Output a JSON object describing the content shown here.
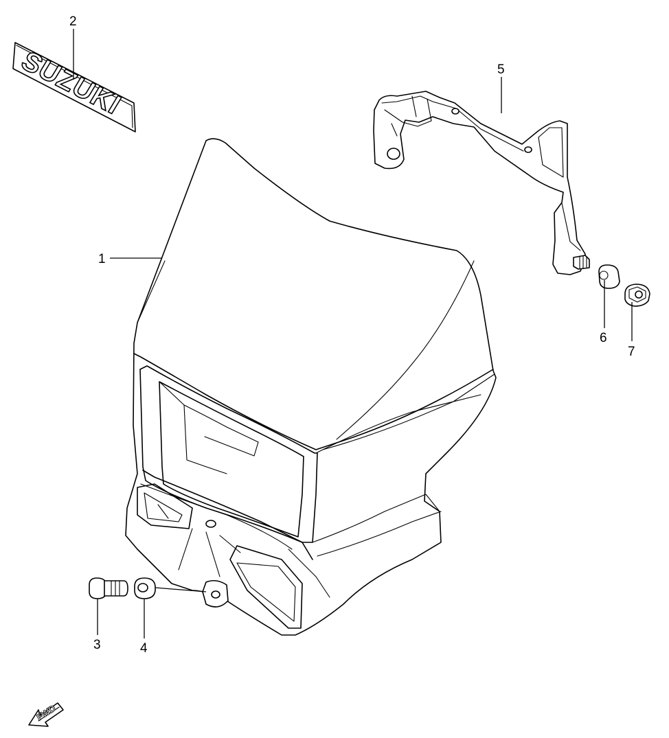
{
  "diagram": {
    "logo_text": "SUZUKI",
    "direction_label": "FWD",
    "callouts": [
      {
        "id": "1",
        "label": "1"
      },
      {
        "id": "2",
        "label": "2"
      },
      {
        "id": "3",
        "label": "3"
      },
      {
        "id": "4",
        "label": "4"
      },
      {
        "id": "5",
        "label": "5"
      },
      {
        "id": "6",
        "label": "6"
      },
      {
        "id": "7",
        "label": "7"
      }
    ]
  }
}
